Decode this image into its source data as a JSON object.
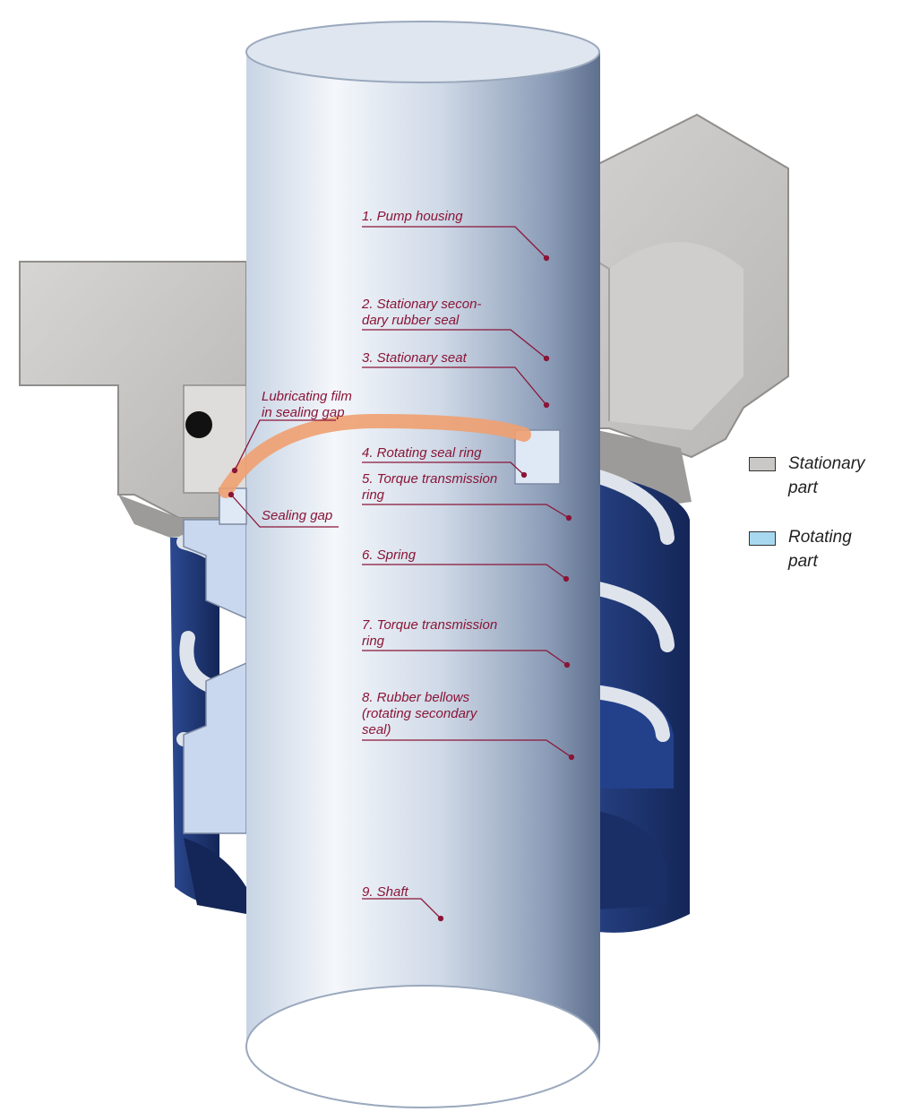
{
  "colors": {
    "stationary": "#c9c8c6",
    "rotating": "#a8d8f0",
    "label": "#8a1537",
    "bellows": "#1d3470",
    "film": "#f0a070"
  },
  "labels": {
    "pump_housing": "1. Pump housing",
    "secondary_seal": "2. Stationary secon-\n    dary rubber seal",
    "stationary_seat": "3. Stationary seat",
    "rotating_seal_ring": "4. Rotating seal ring",
    "torque_ring_5": "5. Torque transmission\n    ring",
    "spring": "6. Spring",
    "torque_ring_7": "7. Torque transmission\n    ring",
    "rubber_bellows": "8. Rubber bellows\n    (rotating secondary\n    seal)",
    "shaft": "9. Shaft",
    "lubricating_film": "Lubricating film\nin sealing gap",
    "sealing_gap": "Sealing gap"
  },
  "legend": {
    "stationary": "Stationary\npart",
    "rotating": "Rotating\npart"
  }
}
